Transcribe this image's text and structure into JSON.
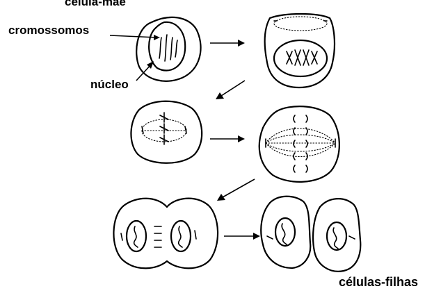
{
  "labels": {
    "top_cell": "célula-mãe",
    "chromosomes": "cromossomos",
    "nucleus": "núcleo",
    "daughter_cells": "células-filhas"
  },
  "colors": {
    "ink": "#000000",
    "background": "#ffffff"
  }
}
